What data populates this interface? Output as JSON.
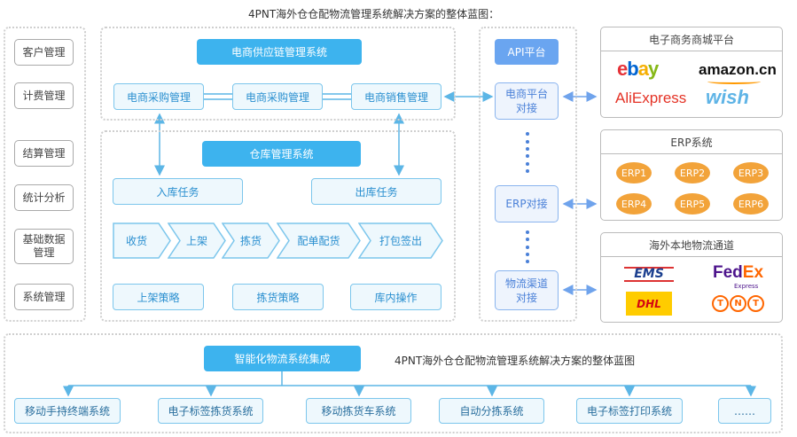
{
  "title": "4PNT海外仓仓配物流管理系统解决方案的整体蓝图：",
  "left_menu": [
    "客户管理",
    "计费管理",
    "结算管理",
    "统计分析",
    "基础数据管理",
    "系统管理"
  ],
  "supply_chain": {
    "header": "电商供应链管理系统",
    "items": [
      "电商采购管理",
      "电商采购管理",
      "电商销售管理"
    ]
  },
  "wms": {
    "header": "仓库管理系统",
    "inbound": "入库任务",
    "outbound": "出库任务",
    "flow": [
      "收货",
      "上架",
      "拣货",
      "配单配货",
      "打包签出"
    ],
    "strategies": [
      "上架策略",
      "拣货策略",
      "库内操作"
    ]
  },
  "api": {
    "header": "API平台",
    "items": [
      "电商平台对接",
      "ERP对接",
      "物流渠道对接"
    ]
  },
  "ecommerce": {
    "header": "电子商务商城平台",
    "logos": [
      "ebay",
      "amazon.cn",
      "AliExpress",
      "wish"
    ]
  },
  "erp": {
    "header": "ERP系统",
    "items": [
      "ERP1",
      "ERP2",
      "ERP3",
      "ERP4",
      "ERP5",
      "ERP6"
    ]
  },
  "logistics": {
    "header": "海外本地物流通道",
    "logos": [
      "EMS",
      "FedEx",
      "Express",
      "DHL",
      "TNT"
    ]
  },
  "integration": {
    "header": "智能化物流系统集成",
    "caption": "4PNT海外仓仓配物流管理系统解决方案的整体蓝图",
    "items": [
      "移动手持终端系统",
      "电子标签拣货系统",
      "移动拣货车系统",
      "自动分拣系统",
      "电子标签打印系统",
      "……"
    ]
  },
  "colors": {
    "primary": "#3db3ee",
    "api": "#6aa5f0",
    "erp": "#f2a33a"
  }
}
